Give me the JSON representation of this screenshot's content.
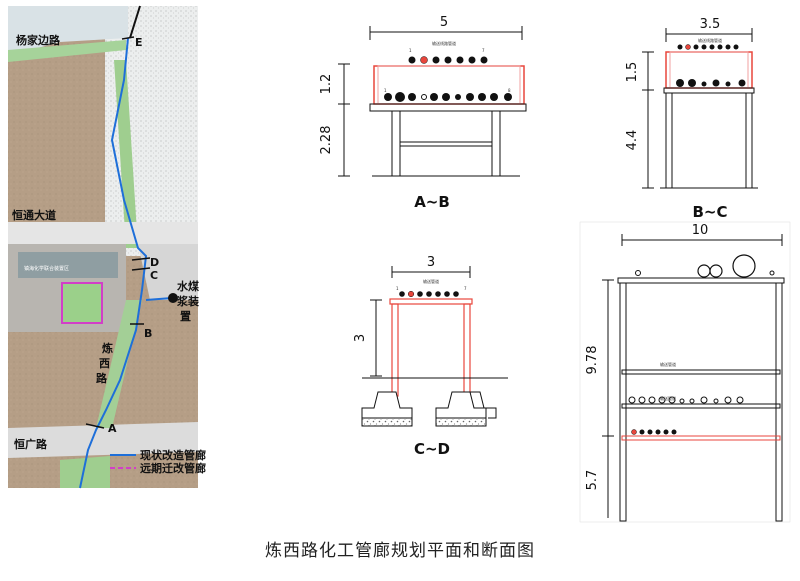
{
  "map": {
    "roads": {
      "yangjiabian": "杨家边路",
      "hengtong": "恒通大道",
      "lianxi_1": "炼",
      "lianxi_2": "西",
      "lianxi_3": "路",
      "hengguang": "恒广路"
    },
    "points": {
      "A": "A",
      "B": "B",
      "C": "C",
      "D": "D",
      "E": "E"
    },
    "facility": {
      "line1": "水煤",
      "line2": "浆装",
      "line3": "置"
    },
    "block_label": "镇海化学联合装置区",
    "legend": [
      {
        "label": "现状改造管廊",
        "color": "#1e6fd9"
      },
      {
        "label": "远期迁改管廊",
        "color": "#d23ec8"
      }
    ]
  },
  "sections": {
    "ab": {
      "title": "A~B",
      "width": "5",
      "upper_height": "1.2",
      "lower_height": "2.28",
      "pipe_note": "输送线路管道",
      "pipe_num_top_left": "1",
      "pipe_num_top_right": "7",
      "pipe_num_bottom_left": "1",
      "pipe_num_bottom_right": "8"
    },
    "bc": {
      "title": "B~C",
      "width": "3.5",
      "upper_height": "1.5",
      "lower_height": "4.4",
      "pipe_note": "输送线路管道"
    },
    "cd": {
      "title": "C~D",
      "width": "3",
      "height": "3",
      "pipe_note": "输送管道",
      "pipe_num_left": "1",
      "pipe_num_right": "7"
    },
    "large": {
      "width": "10",
      "upper_height": "9.78",
      "lower_height": "5.7",
      "layer1_note": "输送管道",
      "layer2_note": "输送管道"
    }
  },
  "colors": {
    "pipe_red": "#e8463c",
    "frame_pink": "#f2a0a0",
    "route_blue": "#1e6fd9",
    "future_magenta": "#d23ec8"
  },
  "caption": "炼西路化工管廊规划平面和断面图"
}
